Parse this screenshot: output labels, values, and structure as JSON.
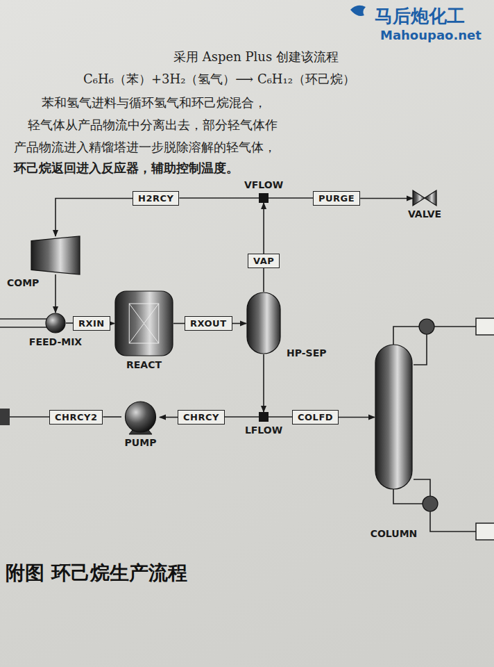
{
  "diagram": {
    "caption": "附图 环己烷生产流程",
    "nodes": [
      {
        "text": [
          "VFLOW"
        ]
      },
      {
        "text": [
          "PURGE"
        ]
      },
      {
        "text": [
          "VALVE"
        ]
      },
      {
        "text": [
          "H2RCY"
        ]
      },
      {
        "text": [
          "COMP"
        ]
      },
      {
        "text": [
          "FEED-MIX"
        ]
      },
      {
        "text": [
          "RXIN"
        ]
      },
      {
        "text": [
          "REACT"
        ]
      },
      {
        "text": [
          "RXOUT"
        ]
      },
      {
        "text": [
          "VAP"
        ]
      },
      {
        "text": [
          "HP-SEP"
        ]
      },
      {
        "text": [
          "LFLOW"
        ]
      },
      {
        "text": [
          "CHRCY"
        ]
      },
      {
        "text": [
          "CHRCY2"
        ]
      },
      {
        "text": [
          "PUMP"
        ]
      },
      {
        "text": [
          "COLFD"
        ]
      },
      {
        "text": [
          "COLUMN"
        ]
      }
    ],
    "edges": [
      {
        "from": 9,
        "to": 0,
        "arrow": "to"
      },
      {
        "from": 0,
        "to": 1,
        "arrow": "none"
      },
      {
        "from": 1,
        "to": 2,
        "arrow": "to"
      },
      {
        "from": 0,
        "to": 3,
        "arrow": "none"
      },
      {
        "from": 3,
        "to": 4,
        "arrow": "to"
      },
      {
        "from": 4,
        "to": 5,
        "arrow": "to"
      },
      {
        "from": 5,
        "to": 6,
        "arrow": "none"
      },
      {
        "from": 6,
        "to": 7,
        "arrow": "to"
      },
      {
        "from": 7,
        "to": 8,
        "arrow": "none"
      },
      {
        "from": 8,
        "to": 10,
        "arrow": "to"
      },
      {
        "from": 10,
        "to": 9,
        "arrow": "none"
      },
      {
        "from": 10,
        "to": 11,
        "arrow": "to"
      },
      {
        "from": 11,
        "to": 12,
        "arrow": "none"
      },
      {
        "from": 12,
        "to": 14,
        "arrow": "to"
      },
      {
        "from": 14,
        "to": 13,
        "arrow": "none"
      },
      {
        "from": 11,
        "to": 15,
        "arrow": "none"
      },
      {
        "from": 15,
        "to": 16,
        "arrow": "to"
      }
    ],
    "labels": [
      "马后炮化工",
      "Mahoupao.net",
      "采用 Aspen Plus 创建该流程",
      "C₆H₆（苯）+3H₂（氢气）⟶ C₆H₁₂（环己烷）",
      "苯和氢气进料与循环氢气和环己烷混合，",
      "轻气体从产品物流中分离出去，部分轻气体作",
      "产品物流进入精馏塔进一步脱除溶解的轻气体，",
      "环己烷返回进入反应器，辅助控制温度。"
    ]
  }
}
